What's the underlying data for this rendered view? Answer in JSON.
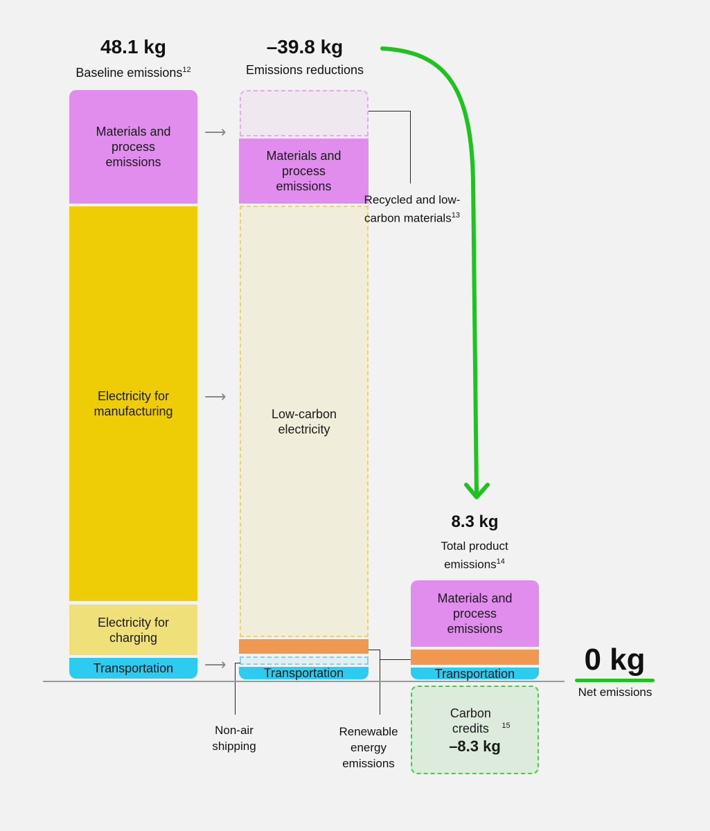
{
  "chart_data": {
    "type": "waterfall",
    "unit": "kg",
    "columns": [
      {
        "total_label": "48.1 kg",
        "caption": "Baseline emissions",
        "footnote": "12",
        "segments": [
          {
            "label": "Materials and process emissions",
            "value": 9.3,
            "color": "#e08ded"
          },
          {
            "label": "Electricity for manufacturing",
            "value": 32.5,
            "color": "#eecd06"
          },
          {
            "label": "Electricity for charging",
            "value": 4.1,
            "color": "#efe07a"
          },
          {
            "label": "Transportation",
            "value": 1.7,
            "color": "#2ccbf0"
          }
        ]
      },
      {
        "total_label": "–39.8 kg",
        "caption": "Emissions reductions",
        "segments": [
          {
            "label": "Recycled and low-carbon materials",
            "footnote": "13",
            "value": -3.8
          },
          {
            "label": "Materials and process emissions",
            "value": 5.3
          },
          {
            "label": "Low-carbon electricity",
            "value": -35.2
          },
          {
            "label": "Renewable energy emissions",
            "value": 1.2
          },
          {
            "label": "Non-air shipping",
            "value": -0.7
          },
          {
            "label": "Transportation",
            "value": 1.0
          }
        ]
      },
      {
        "total_label": "8.3 kg",
        "caption": "Total product emissions",
        "footnote": "14",
        "segments": [
          {
            "label": "Materials and process emissions",
            "value": 5.3
          },
          {
            "label": "Renewable energy emissions",
            "value": 1.2
          },
          {
            "label": "Transportation",
            "value": 1.0
          }
        ]
      },
      {
        "label": "Carbon credits",
        "footnote": "15",
        "value_label": "–8.3 kg",
        "value": -8.3
      }
    ],
    "net": {
      "value_label": "0 kg",
      "caption": "Net emissions",
      "value": 0
    }
  },
  "labels": {
    "c1_total": "48.1 kg",
    "c1_caption": "Baseline emissions",
    "c1_fn": "12",
    "c1_mat": "Materials and process emissions",
    "c1_mfg": "Electricity for manufacturing",
    "c1_chg": "Electricity for charging",
    "c1_trn": "Transportation",
    "c2_total": "–39.8 kg",
    "c2_caption": "Emissions reductions",
    "c2_mat": "Materials and process emissions",
    "c2_elec": "Low-carbon electricity",
    "c2_trn": "Transportation",
    "recycled": "Recycled and low-carbon materials",
    "recycled_fn": "13",
    "nonair": "Non-air shipping",
    "renewable": "Renewable energy emissions",
    "c3_total": "8.3 kg",
    "c3_caption": "Total product emissions",
    "c3_fn": "14",
    "c3_mat": "Materials and process emissions",
    "c3_trn": "Transportation",
    "credits": "Carbon credits",
    "credits_fn": "15",
    "credits_val": "–8.3 kg",
    "net_val": "0 kg",
    "net_caption": "Net emissions"
  }
}
